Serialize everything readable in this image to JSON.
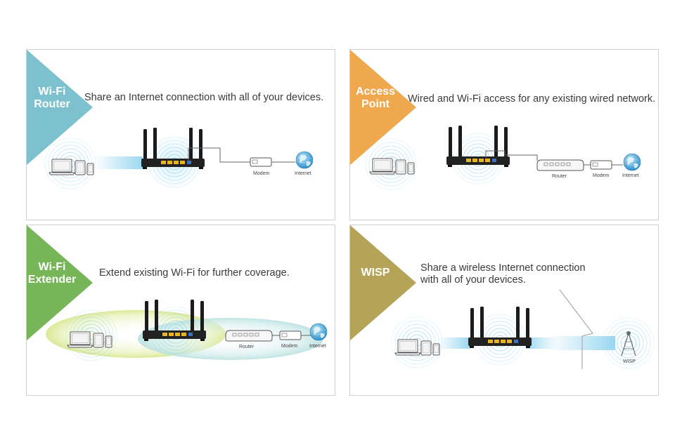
{
  "colors": {
    "router": "#7cc1cd",
    "access_point": "#f0a84e",
    "extender": "#76b658",
    "wisp": "#b5a457",
    "text": "#3a3a3a",
    "signal": "#8fd3ee"
  },
  "panels": {
    "router": {
      "badge_line1": "Wi-Fi",
      "badge_line2": "Router",
      "description": "Share an Internet connection with all of your devices.",
      "labels": {
        "modem": "Modem",
        "internet": "Internet"
      }
    },
    "access_point": {
      "badge_line1": "Access",
      "badge_line2": "Point",
      "description": "Wired and Wi-Fi access for any existing wired network.",
      "labels": {
        "router": "Router",
        "modem": "Modem",
        "internet": "Internet"
      }
    },
    "extender": {
      "badge_line1": "Wi-Fi",
      "badge_line2": "Extender",
      "description": "Extend existing Wi-Fi for further coverage.",
      "labels": {
        "router": "Router",
        "modem": "Modem",
        "internet": "Internet"
      }
    },
    "wisp": {
      "badge_line1": "WISP",
      "description_line1": "Share a wireless Internet connection",
      "description_line2": "with all of your devices.",
      "labels": {
        "wisp": "WISP"
      }
    }
  },
  "icons": [
    "laptop-icon",
    "tablet-icon",
    "phone-icon",
    "wifi-router-icon",
    "modem-icon",
    "globe-icon",
    "wired-router-icon",
    "wisp-tower-icon"
  ]
}
